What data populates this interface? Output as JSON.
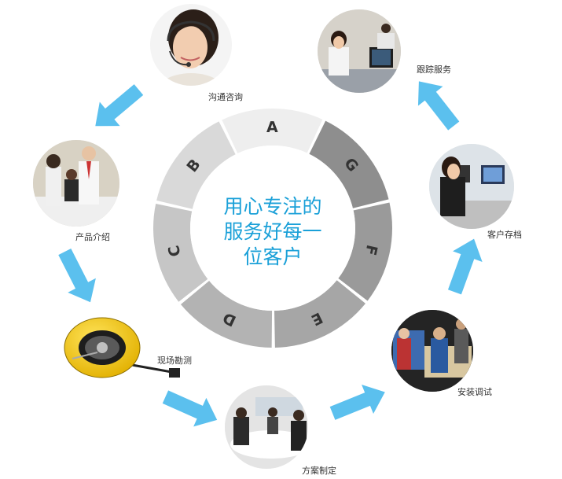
{
  "center_text": [
    "用心专注的",
    "服务好每一",
    "位客户"
  ],
  "ring": {
    "segments": [
      {
        "letter": "A",
        "color": "#eeeeee"
      },
      {
        "letter": "G",
        "color": "#8e8e8e"
      },
      {
        "letter": "F",
        "color": "#9a9a9a"
      },
      {
        "letter": "E",
        "color": "#a6a6a6"
      },
      {
        "letter": "D",
        "color": "#b3b3b3"
      },
      {
        "letter": "C",
        "color": "#c6c6c6"
      },
      {
        "letter": "B",
        "color": "#d9d9d9"
      }
    ]
  },
  "steps": [
    {
      "label": "沟通咨询",
      "icon": "customer-service-headset-photo-icon"
    },
    {
      "label": "产品介绍",
      "icon": "product-presentation-photo-icon"
    },
    {
      "label": "现场勘测",
      "icon": "measuring-tape-icon"
    },
    {
      "label": "方案制定",
      "icon": "meeting-room-photo-icon"
    },
    {
      "label": "安装调试",
      "icon": "installation-team-photo-icon"
    },
    {
      "label": "客户存档",
      "icon": "computer-desk-photo-icon"
    },
    {
      "label": "跟踪服务",
      "icon": "support-office-photo-icon"
    }
  ],
  "colors": {
    "center_text": "#1aa0d8",
    "arrow": "#49b9ec",
    "ring_bg": "#ffffff"
  }
}
